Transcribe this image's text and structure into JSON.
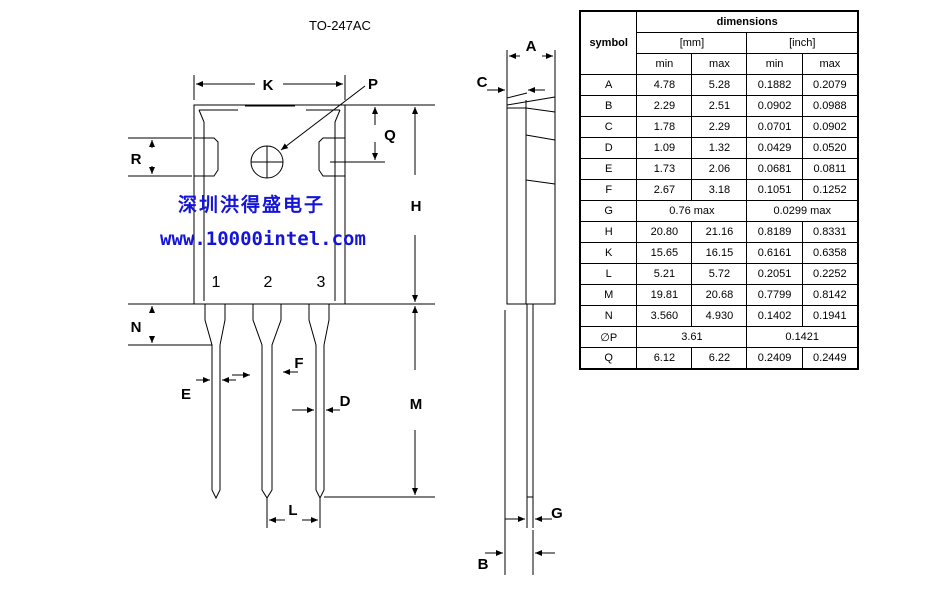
{
  "package_title": "TO-247AC",
  "watermark": {
    "company": "深圳洪得盛电子",
    "url": "www.10000intel.com"
  },
  "front_view": {
    "labels": {
      "K": "K",
      "P": "P",
      "Q": "Q",
      "R": "R",
      "H": "H",
      "N": "N",
      "E": "E",
      "F": "F",
      "D": "D",
      "M": "M",
      "L": "L"
    },
    "pins": [
      "1",
      "2",
      "3"
    ]
  },
  "side_view": {
    "labels": {
      "A": "A",
      "C": "C",
      "G": "G",
      "B": "B"
    }
  },
  "table": {
    "title": "dimensions",
    "symbol_header": "symbol",
    "unit_mm": "[mm]",
    "unit_inch": "[inch]",
    "min": "min",
    "max": "max",
    "rows": [
      {
        "symbol": "A",
        "mm_min": "4.78",
        "mm_max": "5.28",
        "in_min": "0.1882",
        "in_max": "0.2079"
      },
      {
        "symbol": "B",
        "mm_min": "2.29",
        "mm_max": "2.51",
        "in_min": "0.0902",
        "in_max": "0.0988"
      },
      {
        "symbol": "C",
        "mm_min": "1.78",
        "mm_max": "2.29",
        "in_min": "0.0701",
        "in_max": "0.0902"
      },
      {
        "symbol": "D",
        "mm_min": "1.09",
        "mm_max": "1.32",
        "in_min": "0.0429",
        "in_max": "0.0520"
      },
      {
        "symbol": "E",
        "mm_min": "1.73",
        "mm_max": "2.06",
        "in_min": "0.0681",
        "in_max": "0.0811"
      },
      {
        "symbol": "F",
        "mm_min": "2.67",
        "mm_max": "3.18",
        "in_min": "0.1051",
        "in_max": "0.1252"
      },
      {
        "symbol": "G",
        "mm_single": "0.76 max",
        "in_single": "0.0299 max"
      },
      {
        "symbol": "H",
        "mm_min": "20.80",
        "mm_max": "21.16",
        "in_min": "0.8189",
        "in_max": "0.8331"
      },
      {
        "symbol": "K",
        "mm_min": "15.65",
        "mm_max": "16.15",
        "in_min": "0.6161",
        "in_max": "0.6358"
      },
      {
        "symbol": "L",
        "mm_min": "5.21",
        "mm_max": "5.72",
        "in_min": "0.2051",
        "in_max": "0.2252"
      },
      {
        "symbol": "M",
        "mm_min": "19.81",
        "mm_max": "20.68",
        "in_min": "0.7799",
        "in_max": "0.8142"
      },
      {
        "symbol": "N",
        "mm_min": "3.560",
        "mm_max": "4.930",
        "in_min": "0.1402",
        "in_max": "0.1941"
      },
      {
        "symbol": "∅P",
        "mm_single": "3.61",
        "in_single": "0.1421"
      },
      {
        "symbol": "Q",
        "mm_min": "6.12",
        "mm_max": "6.22",
        "in_min": "0.2409",
        "in_max": "0.2449"
      }
    ]
  }
}
